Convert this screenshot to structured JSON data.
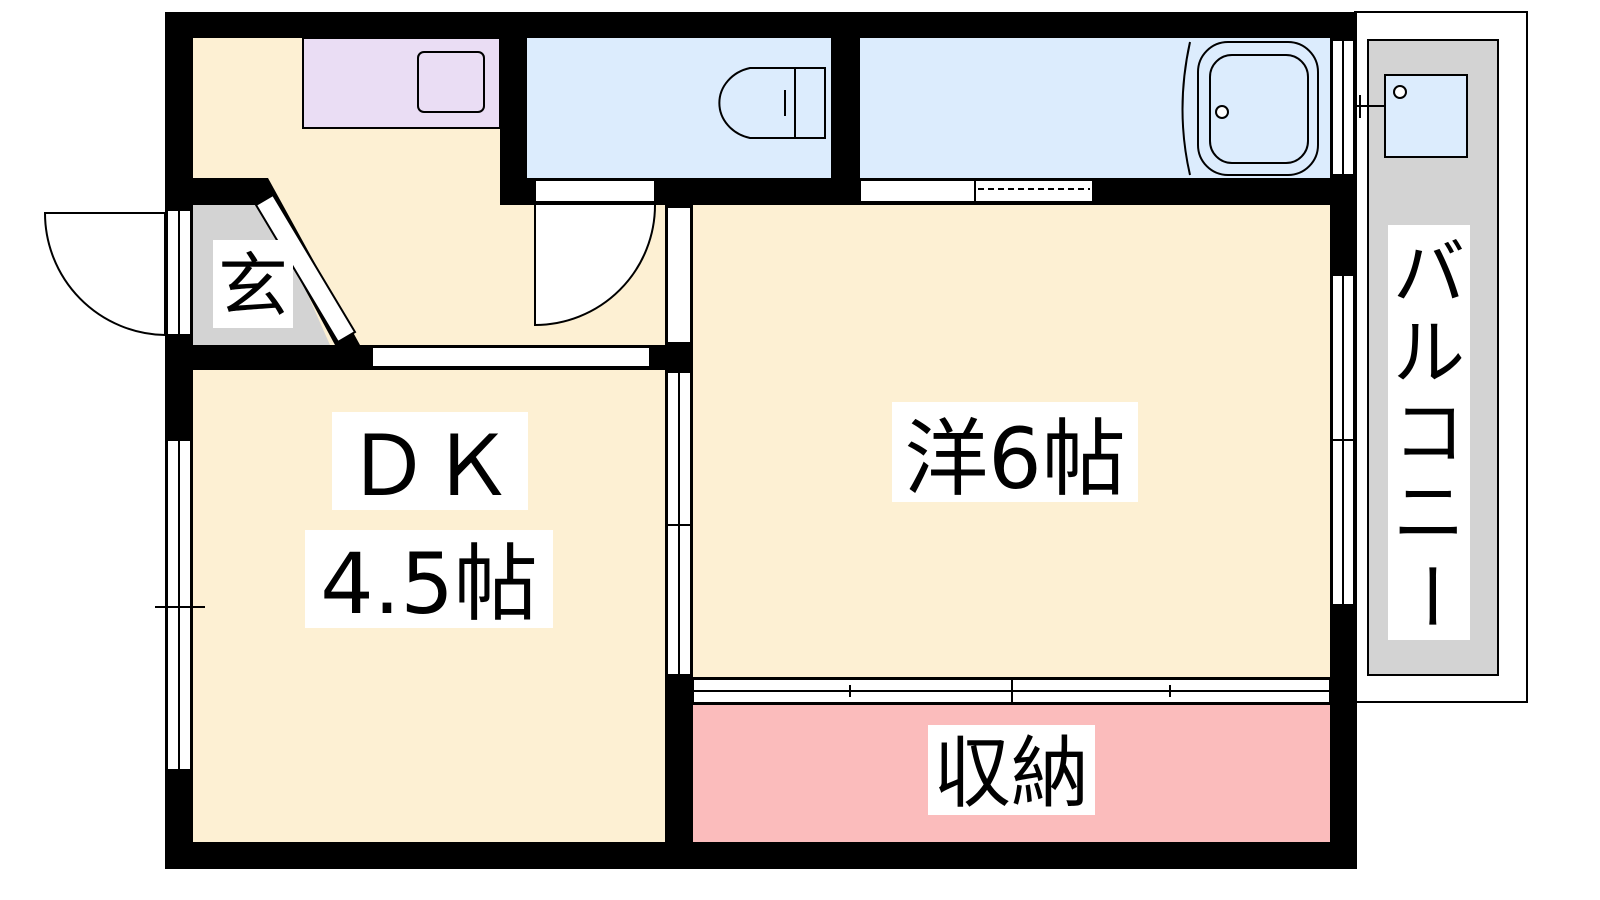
{
  "rooms": {
    "genkan": {
      "label": "玄",
      "fill": "#d3d3d3"
    },
    "dk": {
      "label_line1": "ＤＫ",
      "label_line2": "4.5帖",
      "fill": "#fdf0d3"
    },
    "western": {
      "label": "洋6帖",
      "fill": "#fdf0d3"
    },
    "storage": {
      "label": "収納",
      "fill": "#fbbcbc"
    },
    "balcony": {
      "label_chars": [
        "バ",
        "ル",
        "コ",
        "ニ",
        "ー"
      ],
      "fill": "#d3d3d3"
    },
    "toilet": {
      "fill": "#dcecfd"
    },
    "bath": {
      "fill": "#dcecfd"
    },
    "kitchen": {
      "fill": "#eaddf4"
    }
  },
  "colors": {
    "wall": "#000000",
    "window": "#ffffff"
  }
}
